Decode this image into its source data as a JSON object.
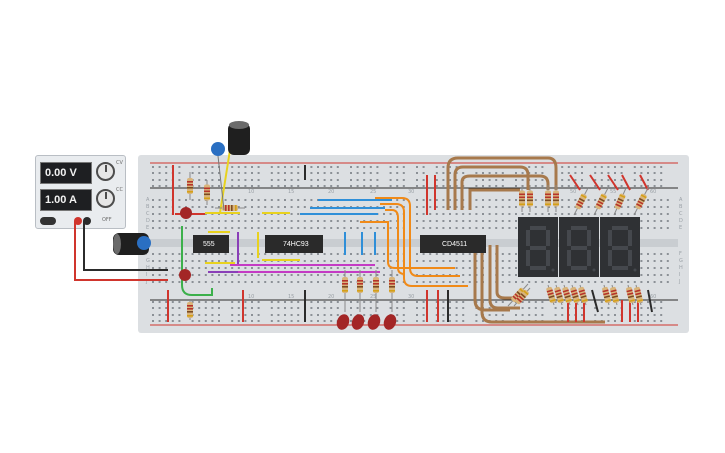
{
  "power_supply": {
    "voltage": "0.00 V",
    "current": "1.00 A",
    "knob_labels": [
      "CV",
      "CC"
    ],
    "off_label": "OFF"
  },
  "breadboard": {
    "column_numbers": [
      "10",
      "15",
      "20",
      "25",
      "30",
      "50",
      "55",
      "60"
    ],
    "row_letters_top": [
      "A",
      "B",
      "C",
      "D",
      "E"
    ],
    "row_letters_bottom": [
      "F",
      "G",
      "H",
      "I",
      "J"
    ]
  },
  "chips": {
    "timer": "555",
    "counter": "74HC93",
    "decoder": "CD4511"
  },
  "displays": {
    "count": 3,
    "digit_text": "8"
  },
  "colors": {
    "board": "#dcdfe2",
    "rail_red": "#d0352d",
    "rail_black": "#2b2b2b",
    "wire_blue": "#2f8fd8",
    "wire_orange": "#f08a18",
    "wire_brown": "#a7794c",
    "wire_magenta": "#c43bc4",
    "wire_yellow": "#e8d21e",
    "wire_green": "#3cb04b",
    "wire_purple": "#8a3fb8",
    "led_red": "#a32626",
    "chip": "#2a2a2a",
    "display": "#2f3134"
  }
}
